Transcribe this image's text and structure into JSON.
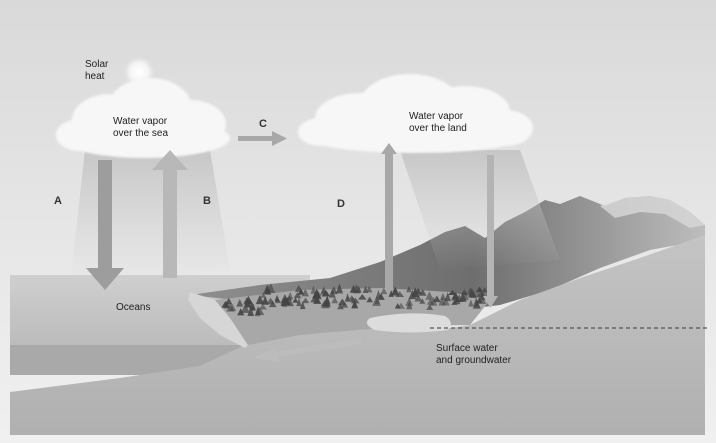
{
  "labels": {
    "solar_heat": [
      "Solar",
      "heat"
    ],
    "vapor_sea": [
      "Water vapor",
      "over the sea"
    ],
    "vapor_land": [
      "Water vapor",
      "over the land"
    ],
    "oceans": "Oceans",
    "surface_water": [
      "Surface water",
      "and groundwater"
    ],
    "letter_a": "A",
    "letter_b": "B",
    "letter_c": "C",
    "letter_d": "D"
  }
}
